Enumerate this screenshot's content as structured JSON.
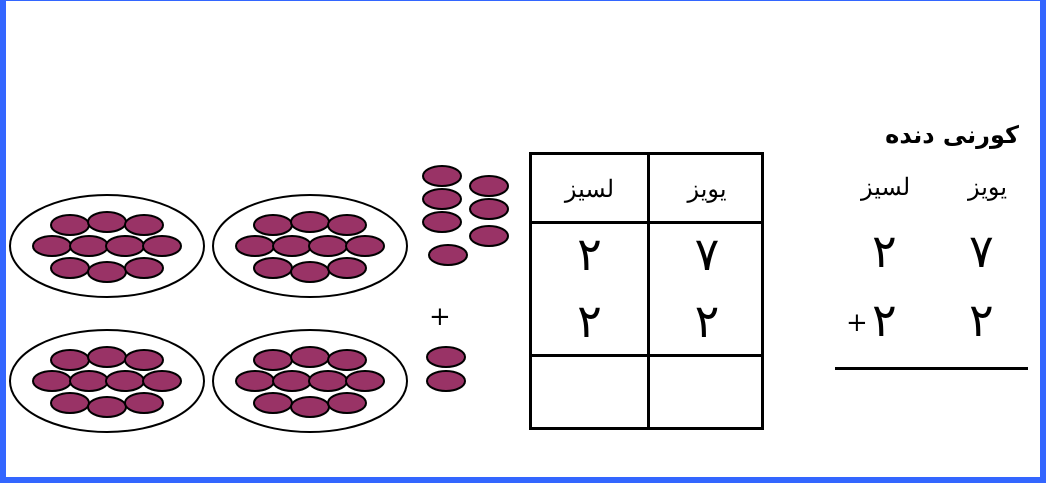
{
  "title": "کورنی دنده",
  "vertical": {
    "tens_label": "لسیز",
    "ones_label": "یویز",
    "row1": {
      "tens": "۲",
      "ones": "۷"
    },
    "row2": {
      "tens": "۲",
      "ones": "۲"
    },
    "operator": "+"
  },
  "table": {
    "headers": {
      "tens": "لسیز",
      "ones": "یویز"
    },
    "rows": [
      {
        "tens": "۲",
        "ones": "۷"
      },
      {
        "tens": "۲",
        "ones": "۲"
      },
      {
        "tens": "",
        "ones": ""
      }
    ]
  },
  "model": {
    "operator": "+",
    "top": {
      "groups_of_ten": 2,
      "ones": 7
    },
    "bottom": {
      "groups_of_ten": 2,
      "ones": 2
    },
    "colors": {
      "counter": "#993366",
      "outline": "#000000",
      "plate": "#ffffff"
    }
  }
}
